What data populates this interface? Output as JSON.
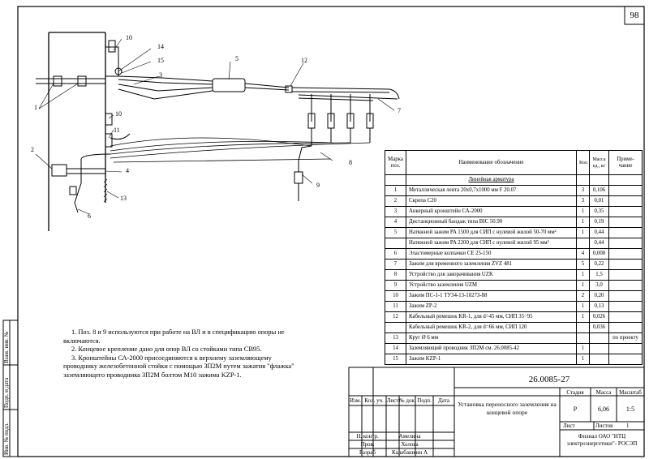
{
  "sheet_number": "98",
  "callouts": [
    "1",
    "2",
    "3",
    "4",
    "5",
    "6",
    "7",
    "8",
    "9",
    "10",
    "11",
    "12",
    "13",
    "14",
    "15"
  ],
  "notes": [
    "1. Поз. 8 и 9 используются при работе на ВЛ и в спецификацию опоры не включаются.",
    "2. Концевое крепление дано для опор ВЛ со стойками типа СВ95.",
    "3. Кронштейны СА-2000 присоединяются к верхнему заземляющему проводнику железобетонной стойки с помощью ЗП2М путем зажатия \"флажка\" заземляющего проводника ЗП2М болтом М10 зажима KZP-1."
  ],
  "spec": {
    "headers": {
      "mark": "Марка поз.",
      "name": "Наименование обозначение",
      "qty": "Кол.",
      "mass": "Масса ед., кг",
      "note": "Приме- чание"
    },
    "section_title": "Линейная арматура",
    "rows": [
      {
        "mark": "1",
        "name": "Металлическая лента 20х0,7х1000 мм F 20.07",
        "qty": "3",
        "mass": "0,106",
        "note": ""
      },
      {
        "mark": "2",
        "name": "Скрепа С20",
        "qty": "3",
        "mass": "0,01",
        "note": ""
      },
      {
        "mark": "3",
        "name": "Анкерный кронштейн СА-2000",
        "qty": "1",
        "mass": "0,35",
        "note": ""
      },
      {
        "mark": "4",
        "name": "Дистанционный бандаж типа BIC 50.90",
        "qty": "1",
        "mass": "0,19",
        "note": ""
      },
      {
        "mark": "5",
        "name": "Натяжной зажим PA 1500 для СИП с нулевой жилой 50-70 мм²",
        "qty": "1",
        "mass": "0,44",
        "note": ""
      },
      {
        "mark": "",
        "name": "Натяжной зажим PA 2200 для СИП с нулевой жилой 95 мм²",
        "qty": "",
        "mass": "0,44",
        "note": ""
      },
      {
        "mark": "6",
        "name": "Эластомерные колпачки CE 25-150",
        "qty": "4",
        "mass": "0,008",
        "note": ""
      },
      {
        "mark": "7",
        "name": "Зажим для временного заземления ZVZ 481",
        "qty": "5",
        "mass": "0,22",
        "note": ""
      },
      {
        "mark": "8",
        "name": "Устройство для закорачивания UZK",
        "qty": "1",
        "mass": "1,5",
        "note": ""
      },
      {
        "mark": "9",
        "name": "Устройство заземления UZM",
        "qty": "1",
        "mass": "3,0",
        "note": ""
      },
      {
        "mark": "10",
        "name": "Зажим ПС-1-1 ТУ34-13-10273-88",
        "qty": "2",
        "mass": "0,20",
        "note": ""
      },
      {
        "mark": "11",
        "name": "Зажим ZP-2",
        "qty": "1",
        "mass": "0,13",
        "note": ""
      },
      {
        "mark": "12",
        "name": "Кабельный ремешок KR-1, для d=45 мм, СИП 35÷95",
        "qty": "1",
        "mass": "0,026",
        "note": ""
      },
      {
        "mark": "",
        "name": "Кабельный ремешок KR-2, для d=66 мм, СИП 120",
        "qty": "",
        "mass": "0,036",
        "note": ""
      },
      {
        "mark": "13",
        "name": "Круг Ø 6 мм",
        "qty": "",
        "mass": "",
        "note": "по проекту"
      },
      {
        "mark": "14",
        "name": "Заземляющий проводник ЗП2М см. 26.0085-42",
        "qty": "1",
        "mass": "",
        "note": ""
      },
      {
        "mark": "15",
        "name": "Зажим KZP-1",
        "qty": "1",
        "mass": "",
        "note": ""
      }
    ]
  },
  "title_block": {
    "doc_code": "26.0085-27",
    "title": "Установка переносного заземления на концевой опоре",
    "col_headers": [
      "Изм.",
      "Кол. уч.",
      "Лист",
      "№ док.",
      "Подп.",
      "Дата"
    ],
    "stage_label": "Стадия",
    "mass_label": "Масса",
    "scale_label": "Масштаб",
    "stage": "Р",
    "mass": "6,06",
    "scale": "1:5",
    "sheet_label": "Лист",
    "sheets_label": "Листов",
    "sheets": "1",
    "org": "Филиал ОАО \"НТЦ электроэнергетики\"- РОСЭП",
    "signatures": [
      {
        "role": "Н. контр.",
        "name": "Амелина"
      },
      {
        "role": "Пров.",
        "name": "Холова"
      },
      {
        "role": "Разраб",
        "name": "Калабашкин А"
      }
    ]
  },
  "side_stamp": [
    "Взам. инв. №",
    "Подп. и дата",
    "Инв. № подл."
  ]
}
